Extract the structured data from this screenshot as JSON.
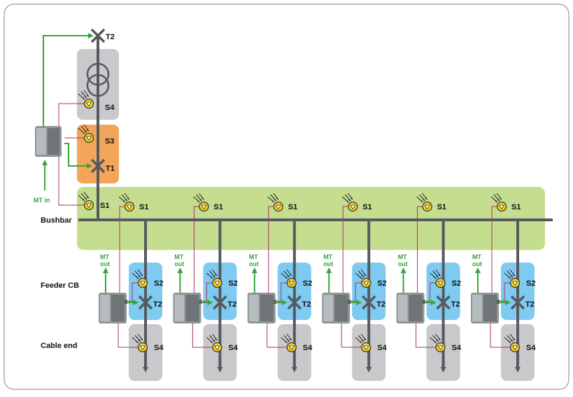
{
  "labels": {
    "t2": "T2",
    "t1": "T1",
    "s1": "S1",
    "s2": "S2",
    "s3": "S3",
    "s4": "S4",
    "mt_in": "MT in",
    "mt": "MT",
    "out": "out",
    "bushbar": "Bushbar",
    "feeder_cb": "Feeder CB",
    "cable_end": "Cable end"
  },
  "feeders_count": 6,
  "colors": {
    "frame": "#9a9a9a",
    "gray_zone": "#c9c9cb",
    "orange_zone": "#f3a65a",
    "green_zone": "#c4dd8e",
    "blue_zone": "#7fcaf0",
    "bus": "#555a5e",
    "green_line": "#3aa33a",
    "signal_line": "#a8345e",
    "sensor_fill": "#f2d21a",
    "device": "#8f9497"
  }
}
